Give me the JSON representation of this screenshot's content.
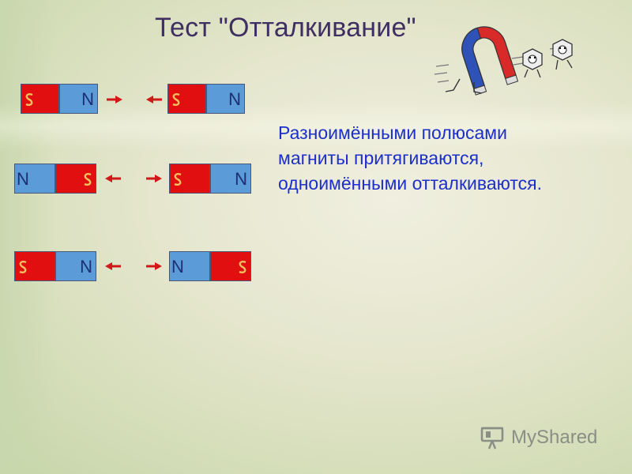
{
  "slide": {
    "title": "Тест \"Отталкивание\"",
    "rule": {
      "line1": "Разноимёнными полюсами",
      "line2": "магниты притягиваются,",
      "line3": "одноимёнными отталкиваются."
    },
    "pole_n_label": "N",
    "colors": {
      "north": "#5b9bd8",
      "south": "#e10f10",
      "title": "#3f2e62",
      "rule": "#1d2fc9"
    },
    "icons": [
      "horseshoe-magnet-icon",
      "running-nut-icon",
      "s-pole-mark-icon",
      "arrow-icon"
    ]
  },
  "logo": {
    "name": "MyShared",
    "icon": "projector-screen-icon"
  }
}
